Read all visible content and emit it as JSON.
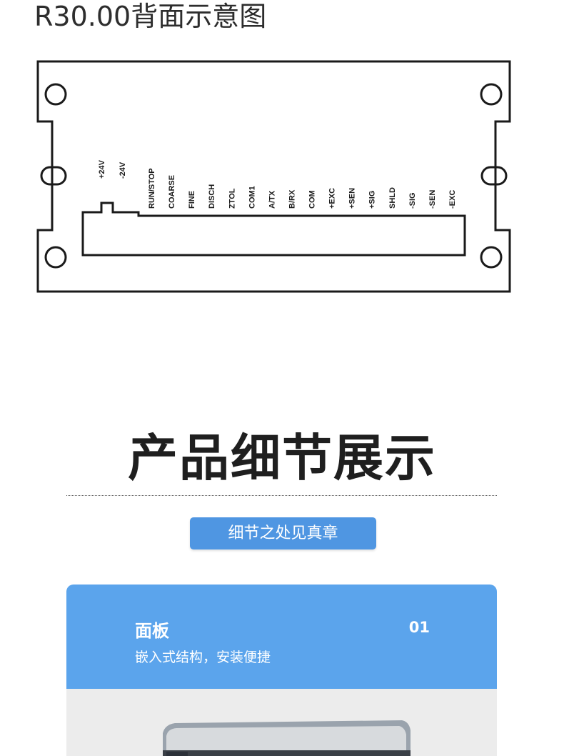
{
  "header": {
    "title": "R30.00背面示意图"
  },
  "diagram": {
    "power_labels": [
      "+24V",
      "-24V"
    ],
    "terminal_labels": [
      "RUN/STOP",
      "COARSE",
      "FINE",
      "DISCH",
      "ZTOL",
      "COM1",
      "A/TX",
      "B/RX",
      "COM",
      "+EXC",
      "+SEN",
      "+SIG",
      "SHLD",
      "-SIG",
      "-SEN",
      "-EXC"
    ]
  },
  "section": {
    "heading": "产品细节展示",
    "pill_label": "细节之处见真章"
  },
  "card": {
    "title": "面板",
    "number": "01",
    "subtitle": "嵌入式结构，安装便捷"
  },
  "colors": {
    "accent": "#5ba4ec",
    "pill": "#4f96e2",
    "outline": "#1a1a1a"
  }
}
